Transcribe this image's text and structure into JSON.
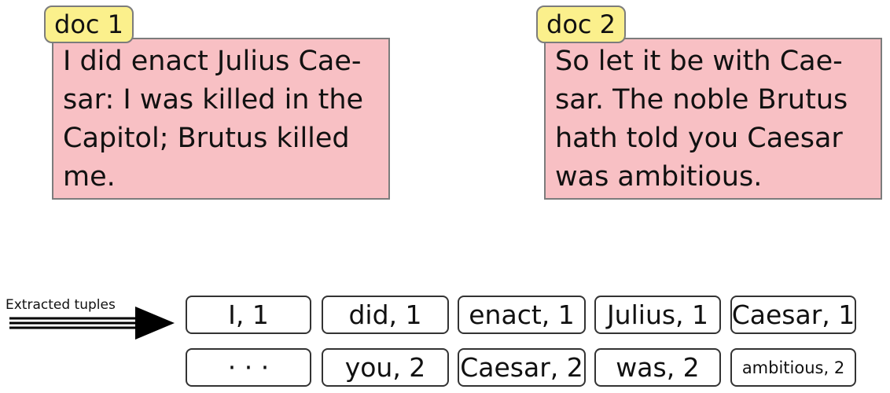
{
  "docs": [
    {
      "tag": "doc 1",
      "lines": [
        "I did enact Julius Cae-",
        "sar: I was killed in the",
        "Capitol; Brutus killed",
        "me."
      ]
    },
    {
      "tag": "doc 2",
      "lines": [
        "So let it be with Cae-",
        "sar.  The noble Brutus",
        "hath told you Caesar",
        "was ambitious."
      ]
    }
  ],
  "arrow_label": "Extracted tuples",
  "tuples": {
    "row1": [
      "I, 1",
      "did, 1",
      "enact, 1",
      "Julius, 1",
      "Caesar, 1"
    ],
    "row2": [
      "· · ·",
      "you, 2",
      "Caesar, 2",
      "was, 2",
      "ambitious, 2"
    ]
  }
}
